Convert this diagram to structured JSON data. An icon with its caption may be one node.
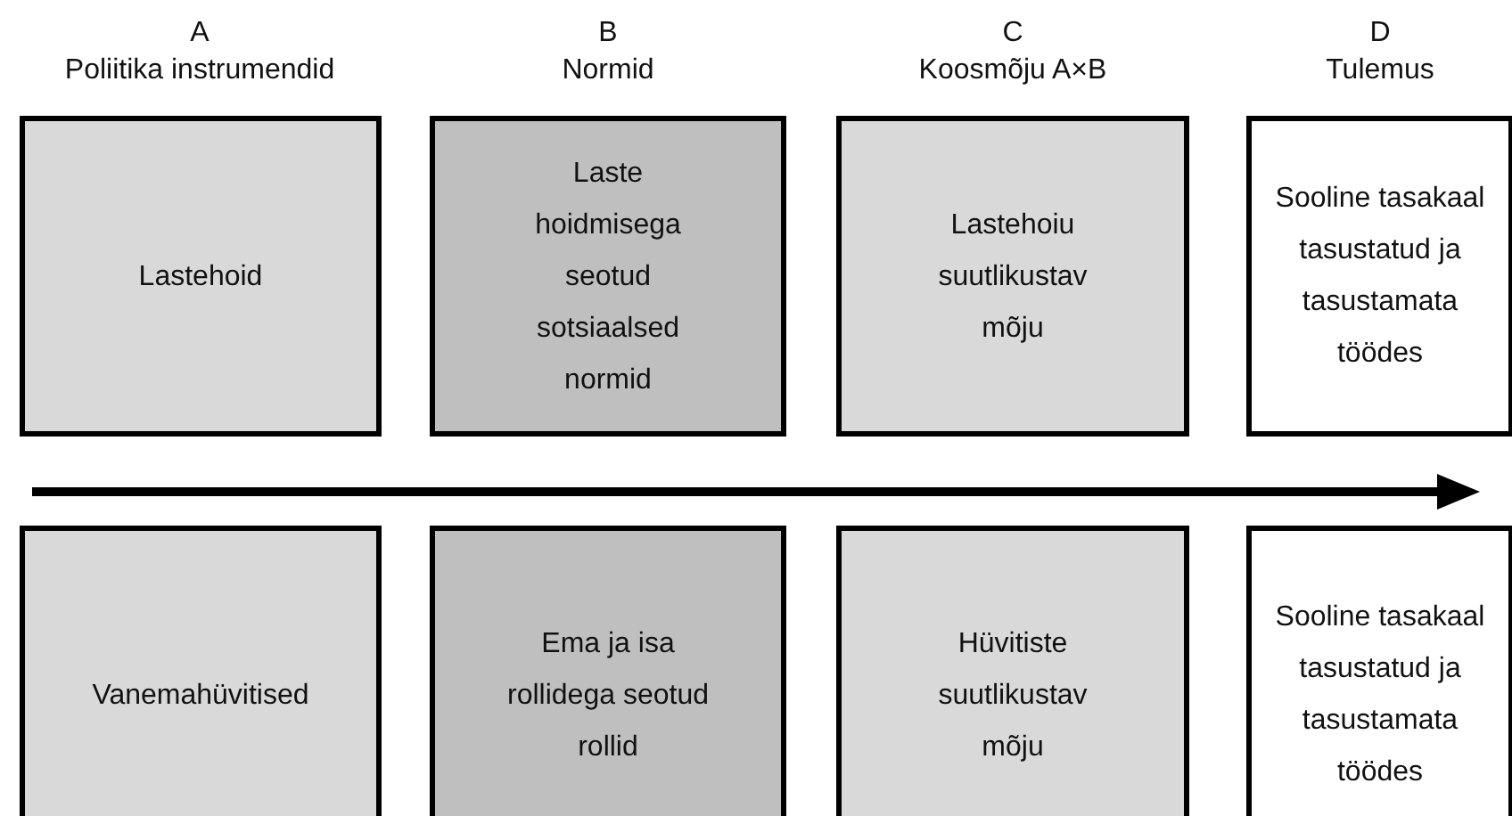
{
  "diagram": {
    "nodes": [
      {
        "text": [
          "Lastehoid"
        ]
      },
      {
        "text": [
          "Laste hoidmisega seotud sotsiaalsed normid"
        ]
      },
      {
        "text": [
          "Lastehoiu suutlikustav mõju"
        ]
      },
      {
        "text": [
          "Sooline tasakaal tasustatud ja tasustamata töödes"
        ]
      },
      {
        "text": [
          "Vanemahüvitised"
        ]
      },
      {
        "text": [
          "Ema ja isa rollidega seotud rollid"
        ]
      },
      {
        "text": [
          "Hüvitiste suutlikustav mõju"
        ]
      },
      {
        "text": [
          "Sooline tasakaal tasustatud ja tasustamata töödes"
        ]
      }
    ],
    "labels": [
      "A",
      "B",
      "C",
      "D",
      "Poliitika instrumendid",
      "Normid",
      "Koosmõju A×B",
      "Tulemus"
    ]
  }
}
